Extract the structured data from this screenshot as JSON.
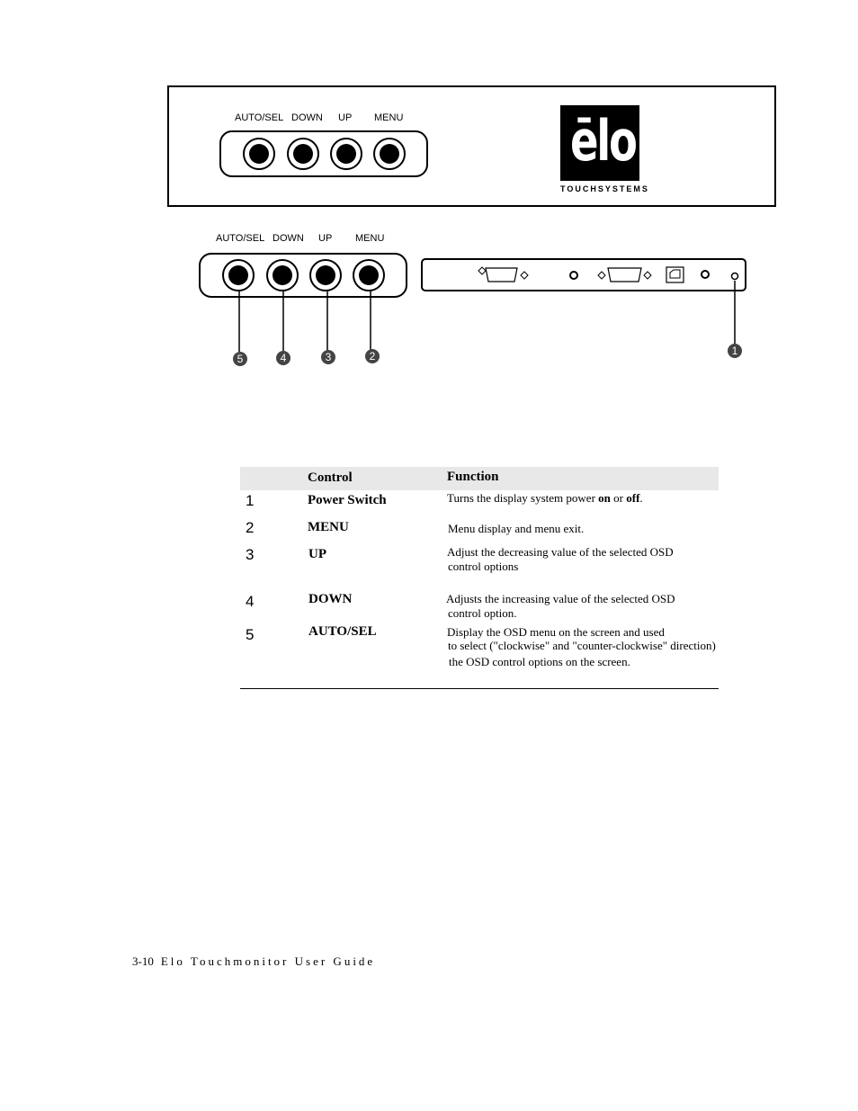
{
  "front_panel": {
    "button_labels": [
      "AUTO/SEL",
      "DOWN",
      "UP",
      "MENU"
    ],
    "logo": {
      "mark": "ēlo",
      "text": "TOUCHSYSTEMS"
    }
  },
  "side_view": {
    "button_labels": [
      "AUTO/SEL",
      "DOWN",
      "UP",
      "MENU"
    ],
    "callouts": [
      "5",
      "4",
      "3",
      "2"
    ]
  },
  "rear_panel": {
    "callout": "1"
  },
  "table": {
    "headers": {
      "control": "Control",
      "function": "Function"
    },
    "rows": [
      {
        "num": "1",
        "control": "Power Switch",
        "function": [
          "Turns the display system power on or off."
        ]
      },
      {
        "num": "2",
        "control": "MENU",
        "function": [
          "Menu display and menu exit."
        ]
      },
      {
        "num": "3",
        "control": "UP",
        "function": [
          "Adjust the decreasing value of the selected OSD",
          "control options"
        ]
      },
      {
        "num": "4",
        "control": "DOWN",
        "function": [
          "Adjusts the increasing value of the selected OSD",
          "control option."
        ]
      },
      {
        "num": "5",
        "control": "AUTO/SEL",
        "function": [
          "Display the OSD menu on the screen and used",
          "to select (\"clockwise\" and \"counter-clockwise\" direction)",
          "the OSD control options on the screen."
        ]
      }
    ],
    "power_on_word": "on",
    "power_off_word": "off"
  },
  "footer": {
    "page": "3-10",
    "title": "Elo Touchmonitor User Guide"
  }
}
